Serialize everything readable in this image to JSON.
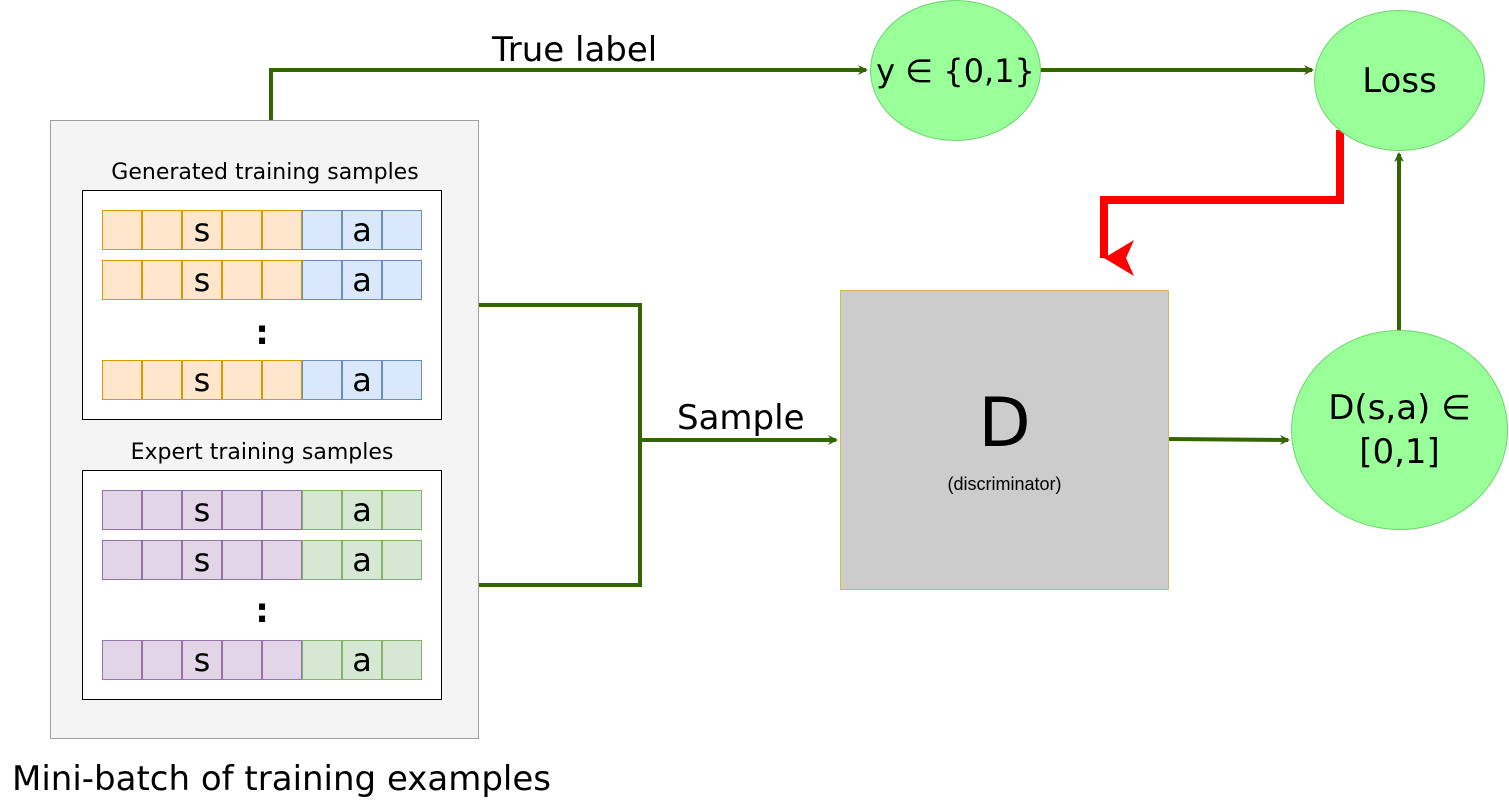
{
  "labels": {
    "true_label": "True label",
    "sample": "Sample",
    "mini_batch": "Mini-batch of training examples"
  },
  "groups": {
    "generated_title": "Generated training samples",
    "expert_title": "Expert training samples",
    "state_glyph": "s",
    "action_glyph": "a",
    "ellipsis": ":"
  },
  "nodes": {
    "y_label": "y ∈ {0,1}",
    "loss": "Loss",
    "discriminator_symbol": "D",
    "discriminator_caption": "(discriminator)",
    "output_line1": "D(s,a) ∈",
    "output_line2": "[0,1]"
  },
  "colors": {
    "arrow_green": "#336600",
    "arrow_red": "#ff0000",
    "node_green": "#99ff99",
    "discriminator_gray": "#cccccc",
    "generated_state": "#ffe6cc",
    "generated_action": "#dae8fc",
    "expert_state": "#e1d5e7",
    "expert_action": "#d5e8d4"
  }
}
